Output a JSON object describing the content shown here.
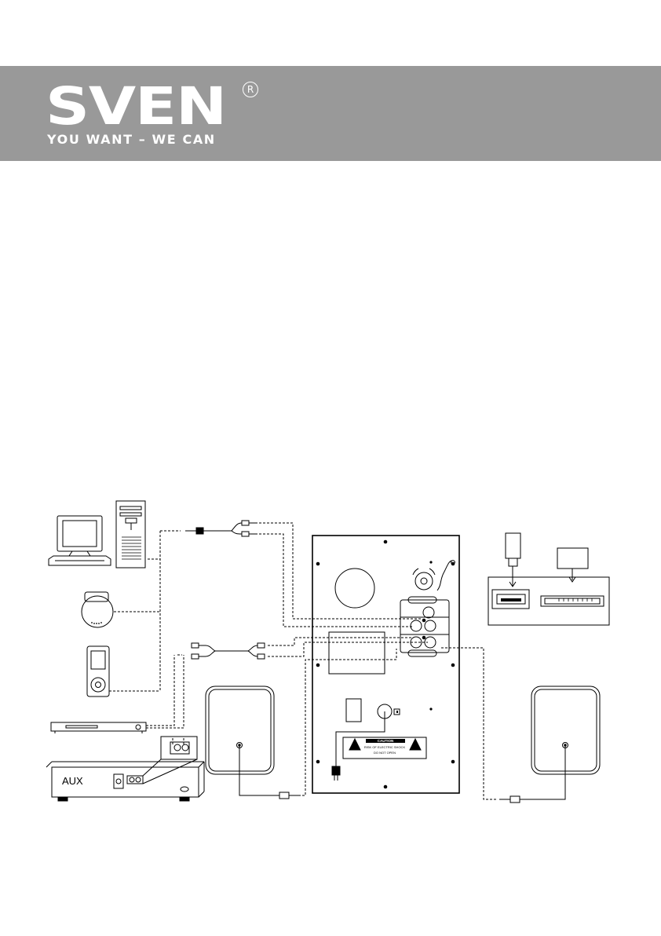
{
  "header": {
    "logo_text": "SVEN",
    "registered_mark": "R",
    "slogan": "YOU WANT – WE CAN",
    "background_color": "#999999"
  },
  "diagram": {
    "aux_label": "AUX",
    "caution_title": "CAUTION",
    "caution_line1": "RISK OF ELECTRIC SHOCK",
    "caution_line2": "DO NOT OPEN",
    "icons": [
      "computer-monitor-icon",
      "pc-tower-icon",
      "cd-player-icon",
      "mp3-player-icon",
      "dvd-player-icon",
      "aux-device-icon",
      "subwoofer-rear-panel-icon",
      "satellite-speaker-icon",
      "usb-flash-drive-icon",
      "sd-card-icon"
    ]
  }
}
